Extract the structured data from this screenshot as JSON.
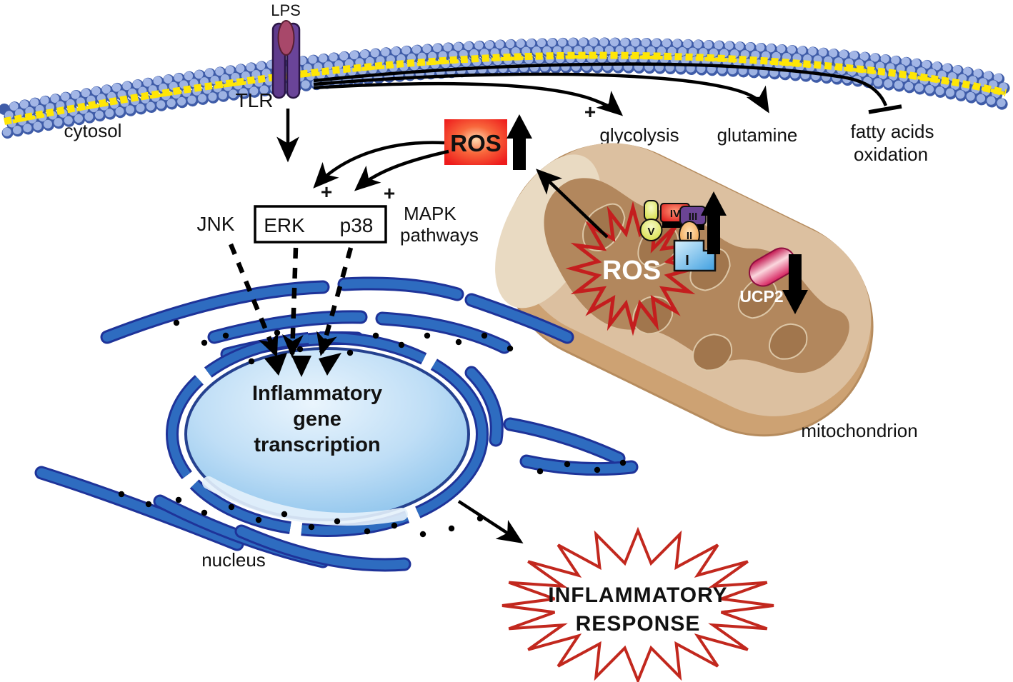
{
  "labels": {
    "lps": "LPS",
    "tlr": "TLR",
    "cytosol": "cytosol",
    "plus": "+",
    "glycolysis": "glycolysis",
    "glutamine": "glutamine",
    "fatty_acids_1": "fatty acids",
    "fatty_acids_2": "oxidation",
    "ros": "ROS",
    "jnk": "JNK",
    "erk": "ERK",
    "p38": "p38",
    "mapk_1": "MAPK",
    "mapk_2": "pathways",
    "nucleus_text_1": "Inflammatory",
    "nucleus_text_2": "gene",
    "nucleus_text_3": "transcription",
    "nucleus": "nucleus",
    "ros_mito": "ROS",
    "ucp2": "UCP2",
    "complex_v": "V",
    "complex_iv": "IV",
    "complex_iii": "III",
    "complex_ii": "II",
    "complex_i": "I",
    "mitochondrion": "mitochondrion",
    "response_1": "INFLAMMATORY",
    "response_2": "RESPONSE"
  },
  "colors": {
    "membrane_bead": "#8fa7da",
    "membrane_lipid_yellow": "#ffe606",
    "tlr_purple": "#5f3b8c",
    "lps_magenta": "#a8486a",
    "ros_box_red": "#ee1c1c",
    "nucleus_blue": "#9fc9ef",
    "er_blue": "#2e6cc0",
    "mito_tan": "#cfa67b",
    "mito_inner": "#b2875d",
    "ucp2_pink": "#d6215e",
    "star_red": "#c2281e",
    "complex_v": "#dde44f",
    "complex_iv": "#e02020",
    "complex_iii": "#6b4494",
    "complex_ii": "#f2a85c",
    "complex_i": "#6cbcee",
    "arrow_black": "#000000"
  }
}
